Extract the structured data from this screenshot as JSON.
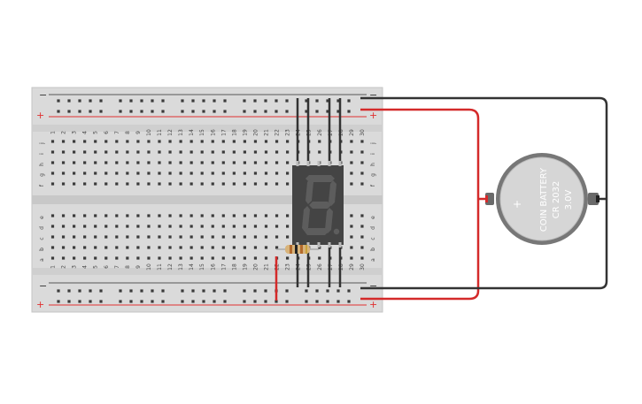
{
  "breadboard": {
    "rail_minus": "−",
    "rail_plus": "+",
    "columns": [
      "1",
      "2",
      "3",
      "4",
      "5",
      "6",
      "7",
      "8",
      "9",
      "10",
      "11",
      "12",
      "13",
      "14",
      "15",
      "16",
      "17",
      "18",
      "19",
      "20",
      "21",
      "22",
      "23",
      "24",
      "25",
      "26",
      "27",
      "28",
      "29",
      "30"
    ],
    "rows_top": [
      "j",
      "i",
      "h",
      "g",
      "f"
    ],
    "rows_bottom": [
      "e",
      "d",
      "c",
      "b",
      "a"
    ]
  },
  "display": {
    "digit": "8."
  },
  "battery": {
    "line1": "COIN BATTERY",
    "line2": "CR 2032",
    "line3": "3.0V",
    "plus": "+"
  },
  "colors": {
    "breadboard": "#d9d9d9",
    "hole": "#3a3a3a",
    "rail_red": "#e03030",
    "rail_dark": "#444444",
    "wire_red": "#d42a2a",
    "wire_black": "#333333",
    "display_body": "#444444",
    "segment_off": "#5d5d5d",
    "battery_body": "#777777"
  }
}
